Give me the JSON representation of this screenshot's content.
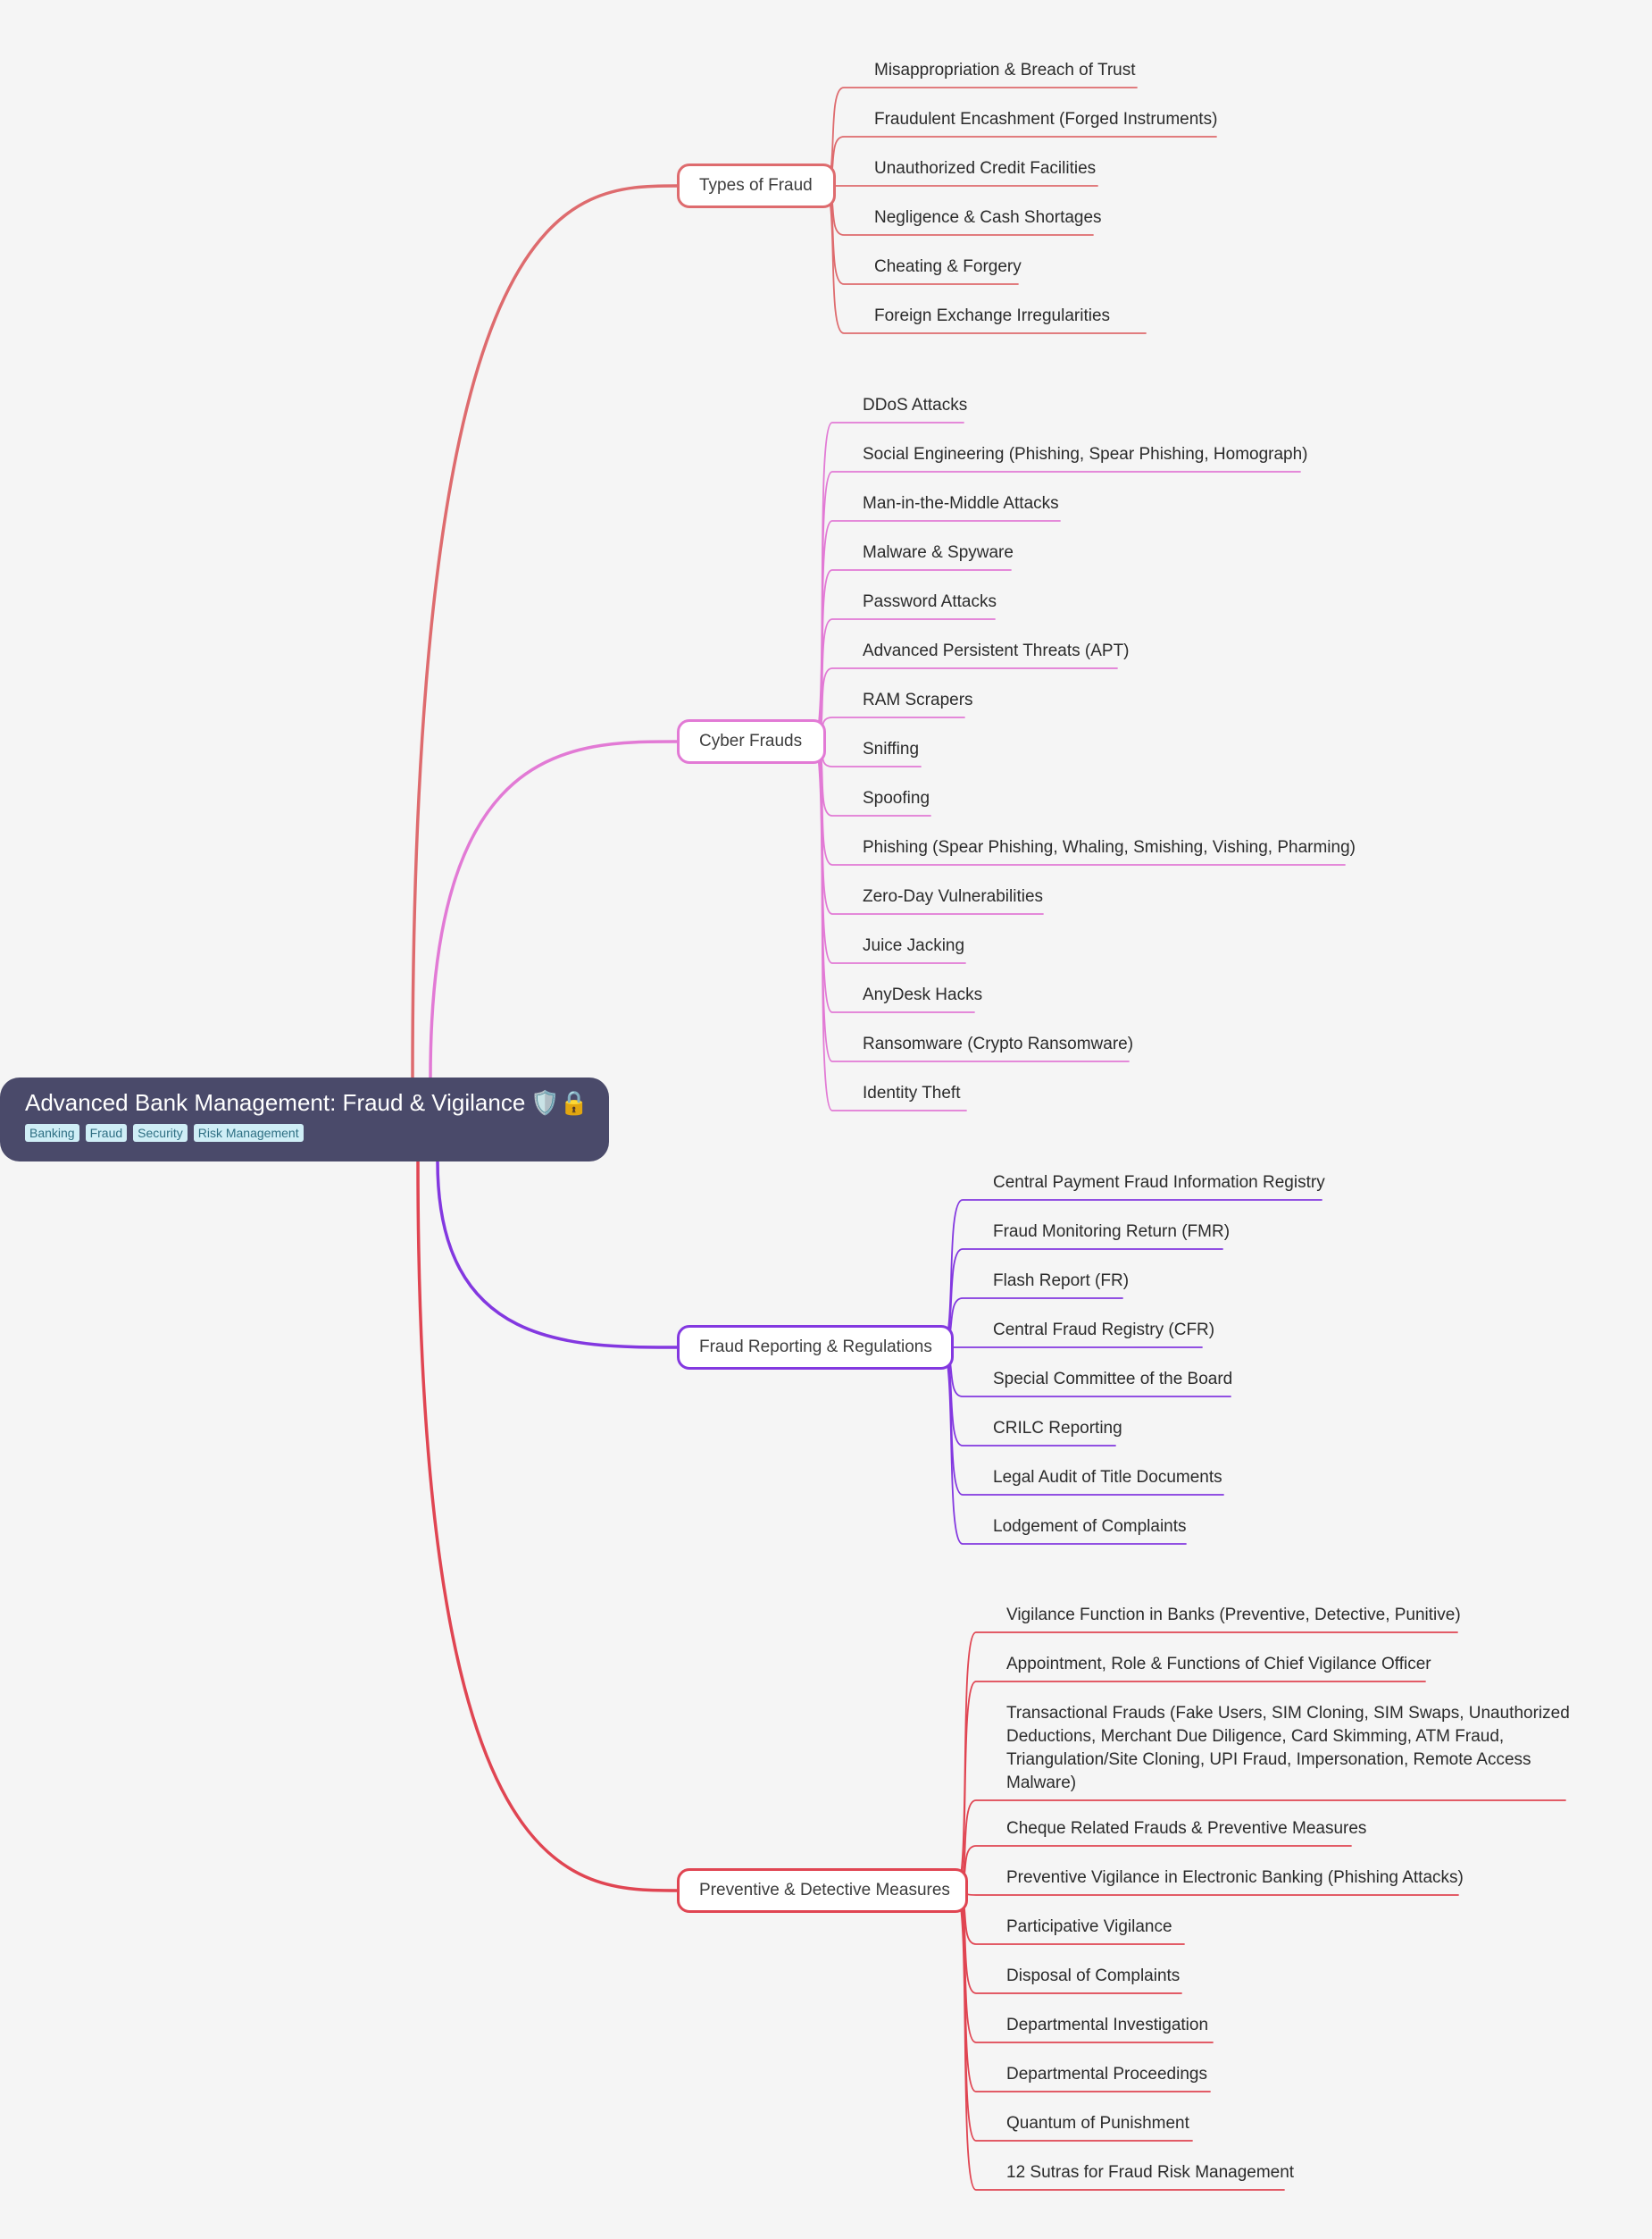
{
  "root": {
    "title": "Advanced Bank Management: Fraud & Vigilance",
    "icons": "🛡️🔒",
    "tags": [
      "Banking",
      "Fraud",
      "Security",
      "Risk Management"
    ]
  },
  "colors": {
    "background": "#f5f5f5",
    "root_fill": "#4a4a6a",
    "types_of_fraud": "#de6b6e",
    "cyber_frauds": "#e27ad5",
    "fraud_reporting": "#8338e0",
    "preventive_measures": "#e04552"
  },
  "branches": [
    {
      "label": "Types of Fraud",
      "children": [
        "Misappropriation & Breach of Trust",
        "Fraudulent Encashment (Forged Instruments)",
        "Unauthorized Credit Facilities",
        "Negligence & Cash Shortages",
        "Cheating & Forgery",
        "Foreign Exchange Irregularities"
      ]
    },
    {
      "label": "Cyber Frauds",
      "children": [
        "DDoS Attacks",
        "Social Engineering (Phishing, Spear Phishing, Homograph)",
        "Man-in-the-Middle Attacks",
        "Malware & Spyware",
        "Password Attacks",
        "Advanced Persistent Threats (APT)",
        "RAM Scrapers",
        "Sniffing",
        "Spoofing",
        "Phishing (Spear Phishing, Whaling, Smishing, Vishing, Pharming)",
        "Zero-Day Vulnerabilities",
        "Juice Jacking",
        "AnyDesk Hacks",
        "Ransomware (Crypto Ransomware)",
        "Identity Theft"
      ]
    },
    {
      "label": "Fraud Reporting & Regulations",
      "children": [
        "Central Payment Fraud Information Registry",
        "Fraud Monitoring Return (FMR)",
        "Flash Report (FR)",
        "Central Fraud Registry (CFR)",
        "Special Committee of the Board",
        "CRILC Reporting",
        "Legal Audit of Title Documents",
        "Lodgement of Complaints"
      ]
    },
    {
      "label": "Preventive & Detective Measures",
      "children": [
        "Vigilance Function in Banks (Preventive, Detective, Punitive)",
        "Appointment, Role & Functions of Chief Vigilance Officer",
        "Transactional Frauds (Fake Users, SIM Cloning, SIM Swaps, Unauthorized Deductions, Merchant Due Diligence, Card Skimming, ATM Fraud, Triangulation/Site Cloning, UPI Fraud, Impersonation, Remote Access Malware)",
        "Cheque Related Frauds & Preventive Measures",
        "Preventive Vigilance in Electronic Banking (Phishing Attacks)",
        "Participative Vigilance",
        "Disposal of Complaints",
        "Departmental Investigation",
        "Departmental Proceedings",
        "Quantum of Punishment",
        "12 Sutras for Fraud Risk Management"
      ]
    }
  ]
}
